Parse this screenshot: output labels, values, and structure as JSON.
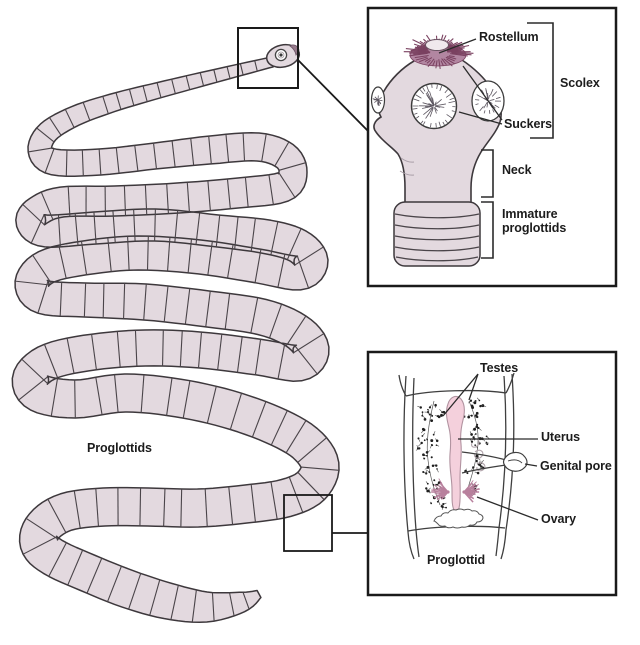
{
  "colors": {
    "background": "#ffffff",
    "ink": "#1c1c1c",
    "worm_body_fill": "#e3d9df",
    "worm_body_outline": "#3d383c",
    "segment_line": "#4a4449",
    "rostellum_fill": "#b286a1",
    "rostellum_spike": "#7a4160",
    "uterus_fill": "#f4d0dc",
    "uterus_outline": "#b193a0",
    "ovary": "#b8809d",
    "testes_dot": "#1f1f1f"
  },
  "main_figure": {
    "label_proglottids": "Proglottids"
  },
  "scolex_inset": {
    "label_rostellum": "Rostellum",
    "label_scolex": "Scolex",
    "label_suckers": "Suckers",
    "label_neck": "Neck",
    "label_immature_line1": "Immature",
    "label_immature_line2": "proglottids"
  },
  "proglottid_inset": {
    "label_testes": "Testes",
    "label_uterus": "Uterus",
    "label_genital_pore": "Genital pore",
    "label_ovary": "Ovary",
    "caption": "Proglottid"
  }
}
